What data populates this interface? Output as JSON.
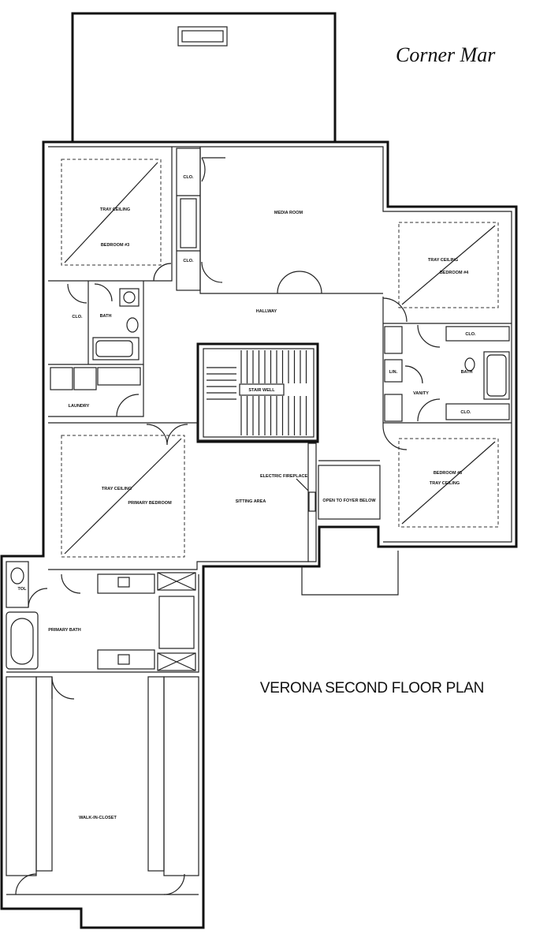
{
  "brand": {
    "logo_text": "Corner Mar"
  },
  "plan_title": "VERONA SECOND FLOOR PLAN",
  "rooms": {
    "bedroom3": "BEDROOM #3",
    "bedroom3_ceiling": "TRAY CEILING",
    "bedroom4": "BEDROOM #4",
    "bedroom4_ceiling": "TRAY CEILING",
    "bedroom5": "BEDROOM #5",
    "bedroom5_ceiling": "TRAY CEILING",
    "media_room": "MEDIA ROOM",
    "hallway": "HALLWAY",
    "clo_1": "CLO.",
    "clo_2": "CLO.",
    "clo_3": "CLO.",
    "clo_4": "CLO.",
    "clo_5": "CLO.",
    "bath_1": "BATH",
    "bath_2": "BATH",
    "laundry": "LAUNDRY",
    "stair_well": "STAIR WELL",
    "lin": "LIN.",
    "vanity": "VANITY",
    "primary_bedroom": "PRIMARY BEDROOM",
    "primary_ceiling": "TRAY CEILING",
    "sitting_area": "SITTING AREA",
    "electric_fireplace": "ELECTRIC FIREPLACE",
    "open_to_foyer": "OPEN TO FOYER BELOW",
    "toilet": "TOL",
    "primary_bath": "PRIMARY BATH",
    "walk_in_closet": "WALK-IN-CLOSET"
  }
}
